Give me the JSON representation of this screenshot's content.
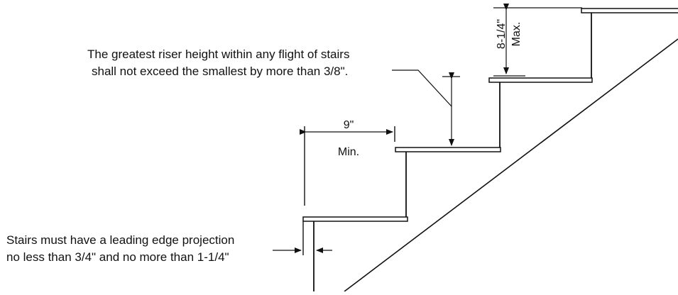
{
  "diagram": {
    "riser_note": {
      "line1": "The greatest riser height within any flight of stairs",
      "line2": "shall not exceed the smallest by more than 3/8\"."
    },
    "projection_note": {
      "line1": "Stairs must have a leading edge projection",
      "line2": "no less than 3/4\" and no more than 1-1/4\""
    },
    "tread_dimension": {
      "value": "9\"",
      "qualifier": "Min."
    },
    "riser_dimension": {
      "value": "8-1/4\"",
      "qualifier": "Max."
    },
    "colors": {
      "line": "#111111",
      "background": "#ffffff"
    }
  }
}
